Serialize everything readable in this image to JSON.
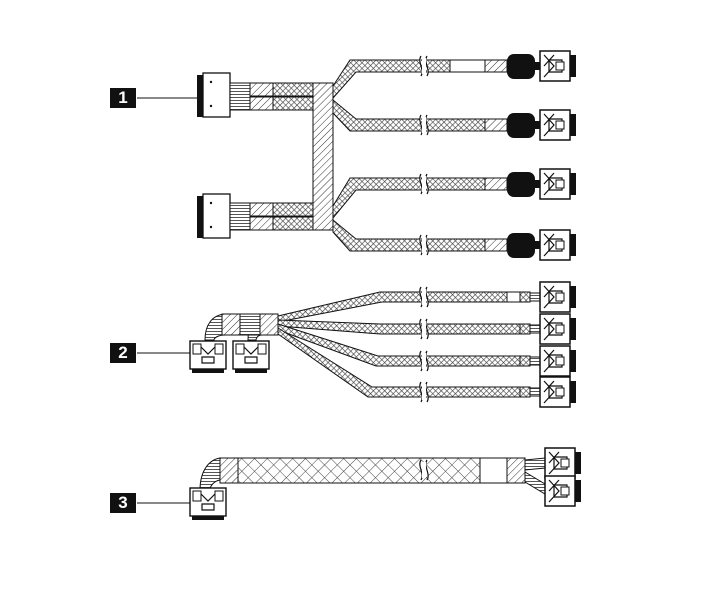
{
  "callouts": [
    {
      "label": "1"
    },
    {
      "label": "2"
    },
    {
      "label": "3"
    }
  ],
  "colors": {
    "ink": "#111111",
    "background": "#ffffff",
    "callout_bg": "#111111",
    "callout_text": "#ffffff"
  }
}
